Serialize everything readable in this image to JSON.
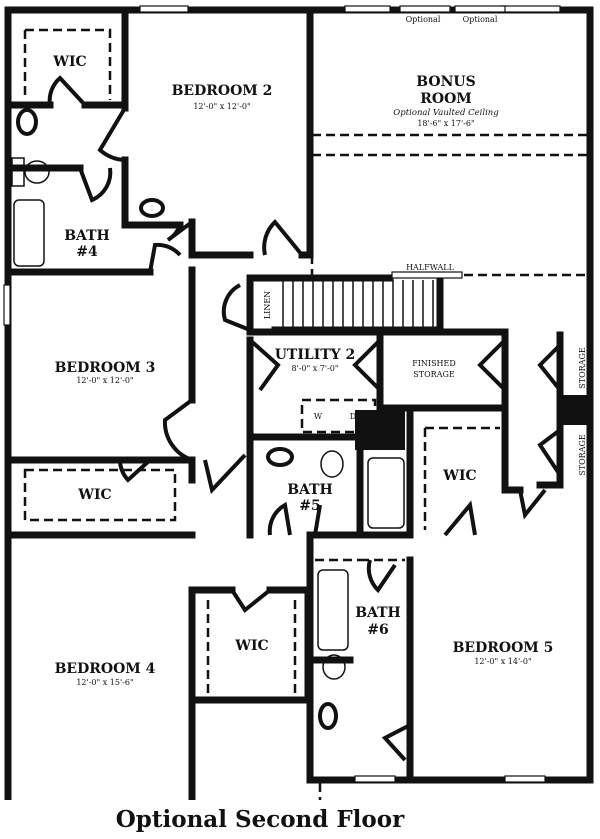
{
  "title": "Optional Second Floor",
  "rooms": {
    "wic_top": "WIC",
    "bedroom2": {
      "name": "BEDROOM 2",
      "dim": "12'-0\" x 12'-0\""
    },
    "bonus": {
      "name1": "BONUS",
      "name2": "ROOM",
      "note": "Optional Vaulted Ceiling",
      "dim": "18'-6\" x 17'-6\""
    },
    "optional_1": "Optional",
    "optional_2": "Optional",
    "bath4": {
      "name1": "BATH",
      "name2": "#4"
    },
    "halfwall": "HALFWALL",
    "linen": "LINEN",
    "bedroom3": {
      "name": "BEDROOM 3",
      "dim": "12'-0\" x 12'-0\""
    },
    "utility2": {
      "name": "UTILITY 2",
      "dim": "8'-0\" x 7'-0\""
    },
    "washer": "W",
    "dryer": "D",
    "finished_storage": {
      "line1": "FINISHED",
      "line2": "STORAGE"
    },
    "storage_1": "STORAGE",
    "storage_2": "STORAGE",
    "wic_bed3": "WIC",
    "bath5": {
      "name1": "BATH",
      "name2": "#5"
    },
    "wic_bed5": "WIC",
    "wic_bed4": "WIC",
    "bath6": {
      "name1": "BATH",
      "name2": "#6"
    },
    "bedroom4": {
      "name": "BEDROOM 4",
      "dim": "12'-0\" x 15'-6\""
    },
    "bedroom5": {
      "name": "BEDROOM 5",
      "dim": "12'-0\" x 14'-0\""
    }
  }
}
